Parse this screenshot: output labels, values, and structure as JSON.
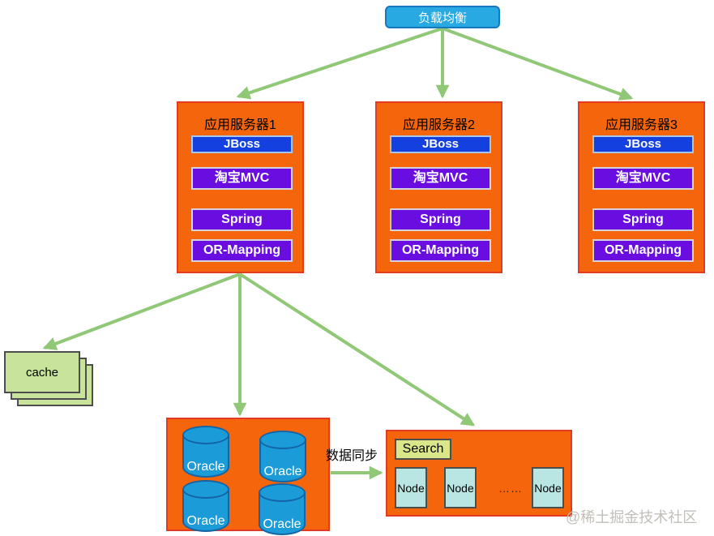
{
  "load_balancer": {
    "label": "负载均衡"
  },
  "servers": [
    {
      "title": "应用服务器1",
      "layers": [
        {
          "label": "JBoss"
        },
        {
          "label": "淘宝MVC"
        },
        {
          "label": "Spring"
        },
        {
          "label": "OR-Mapping"
        }
      ]
    },
    {
      "title": "应用服务器2",
      "layers": [
        {
          "label": "JBoss"
        },
        {
          "label": "淘宝MVC"
        },
        {
          "label": "Spring"
        },
        {
          "label": "OR-Mapping"
        }
      ]
    },
    {
      "title": "应用服务器3",
      "layers": [
        {
          "label": "JBoss"
        },
        {
          "label": "淘宝MVC"
        },
        {
          "label": "Spring"
        },
        {
          "label": "OR-Mapping"
        }
      ]
    }
  ],
  "cache": {
    "label": "cache"
  },
  "database_cluster": {
    "nodes": [
      "Oracle",
      "Oracle",
      "Oracle",
      "Oracle"
    ]
  },
  "sync": {
    "label": "数据同步"
  },
  "search_cluster": {
    "title": "Search",
    "nodes": [
      "Node",
      "Node",
      "Node"
    ],
    "ellipsis": "……"
  },
  "watermark": "@稀土掘金技术社区",
  "colors": {
    "server_fill": "#f4650c",
    "server_border": "#e23b22",
    "load_balancer_fill": "#29a9e1",
    "load_balancer_border": "#1878be",
    "jboss_fill": "#1540e0",
    "framework_fill": "#6a0de0",
    "cylinder_fill": "#1b9cd8",
    "cylinder_border": "#1464a5",
    "arrow_green": "#90c878",
    "cache_fill": "#c8e49b",
    "search_tag_fill": "#d9e78a",
    "node_fill": "#b9e6e3"
  }
}
